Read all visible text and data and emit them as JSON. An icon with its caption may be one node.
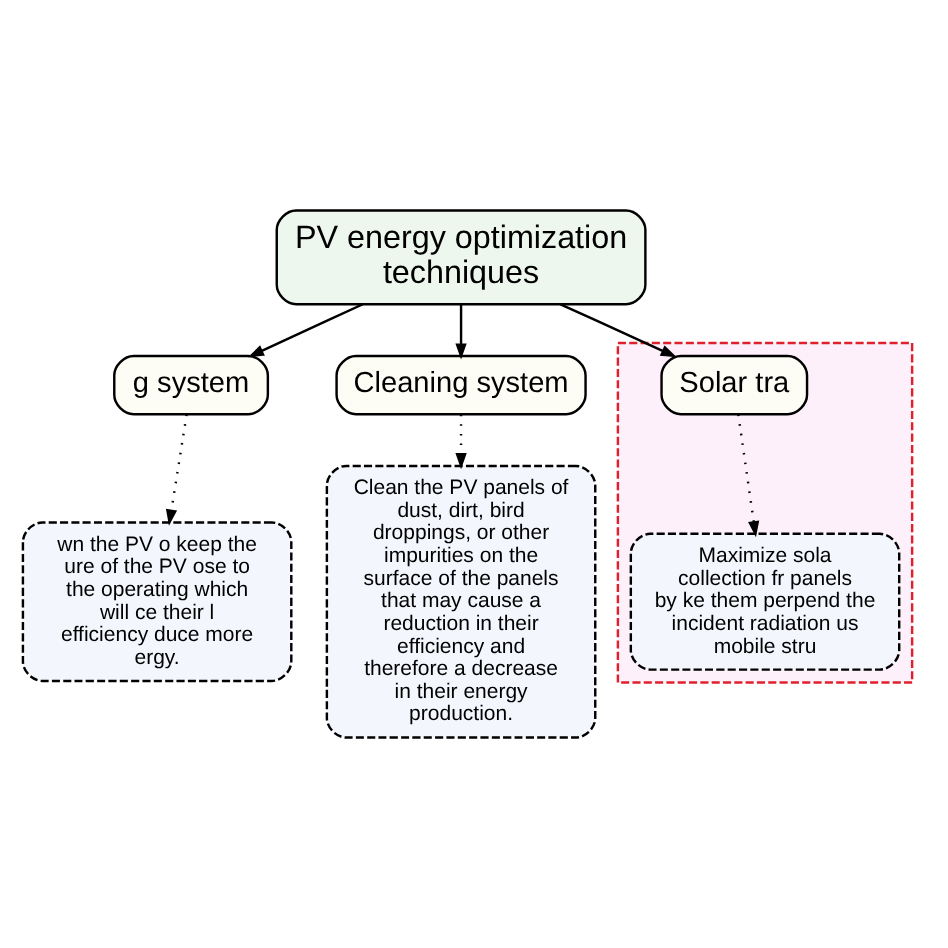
{
  "diagram": {
    "nodes": [
      {
        "text": [
          "PV energy optimization techniques"
        ]
      },
      {
        "text": [
          "g system"
        ]
      },
      {
        "text": [
          "Cleaning system"
        ]
      },
      {
        "text": [],
        "shape": "box"
      },
      {
        "text": [
          "Solar tra"
        ],
        "in": 3
      },
      {
        "text": [
          "wn the PV o keep the ure of the PV ose to the operating which will ce their l efficiency duce more ergy."
        ]
      },
      {
        "text": [
          "Clean the PV panels of dust, dirt, bird droppings, or other impurities on the surface of the panels that may cause a reduction in their efficiency and therefore a decrease in their energy production."
        ]
      },
      {
        "text": [
          "Maximize sola collection fr panels by ke them perpend the incident radiation us mobile stru"
        ],
        "in": 3
      }
    ],
    "edges": [
      {
        "from": 0,
        "to": 1,
        "arrow": "to"
      },
      {
        "from": 0,
        "to": 2,
        "arrow": "to"
      },
      {
        "from": 0,
        "to": 4,
        "arrow": "to"
      },
      {
        "from": 1,
        "to": 5,
        "arrow": "to",
        "style": "dashed"
      },
      {
        "from": 2,
        "to": 6,
        "arrow": "to",
        "style": "dashed"
      },
      {
        "from": 4,
        "to": 7,
        "arrow": "to",
        "style": "dashed"
      }
    ]
  }
}
